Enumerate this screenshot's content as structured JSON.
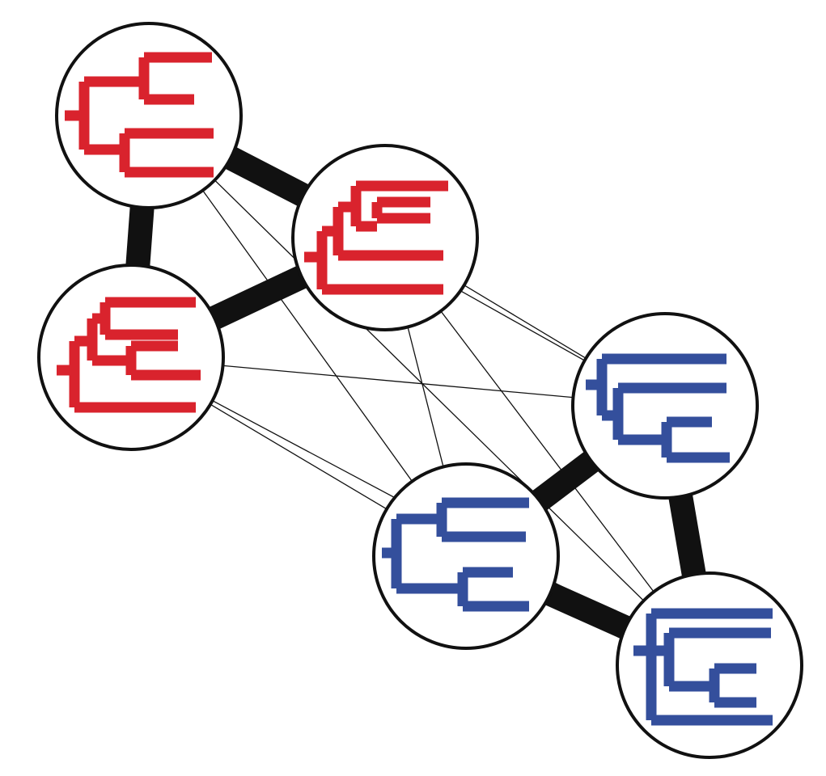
{
  "diagram": {
    "colors": {
      "red_group": "#d9232d",
      "blue_group": "#344f9c",
      "edge": "#111111",
      "node_fill": "#ffffff",
      "node_stroke": "#111111"
    },
    "nodes": [
      {
        "id": "red-1",
        "group": "red",
        "tree": "A"
      },
      {
        "id": "red-2",
        "group": "red",
        "tree": "B"
      },
      {
        "id": "red-3",
        "group": "red",
        "tree": "C"
      },
      {
        "id": "blue-1",
        "group": "blue",
        "tree": "D"
      },
      {
        "id": "blue-2",
        "group": "blue",
        "tree": "E"
      },
      {
        "id": "blue-3",
        "group": "blue",
        "tree": "F"
      }
    ],
    "strong_edges": [
      [
        "red-1",
        "red-2"
      ],
      [
        "red-1",
        "red-3"
      ],
      [
        "red-2",
        "red-3"
      ],
      [
        "blue-1",
        "blue-2"
      ],
      [
        "blue-1",
        "blue-3"
      ],
      [
        "blue-2",
        "blue-3"
      ]
    ],
    "weak_edges": [
      [
        "red-1",
        "blue-1"
      ],
      [
        "red-1",
        "blue-2"
      ],
      [
        "red-1",
        "blue-3"
      ],
      [
        "red-2",
        "blue-1"
      ],
      [
        "red-2",
        "blue-2"
      ],
      [
        "red-2",
        "blue-3"
      ],
      [
        "red-3",
        "blue-1"
      ],
      [
        "red-3",
        "blue-2"
      ],
      [
        "red-3",
        "blue-3"
      ]
    ]
  }
}
